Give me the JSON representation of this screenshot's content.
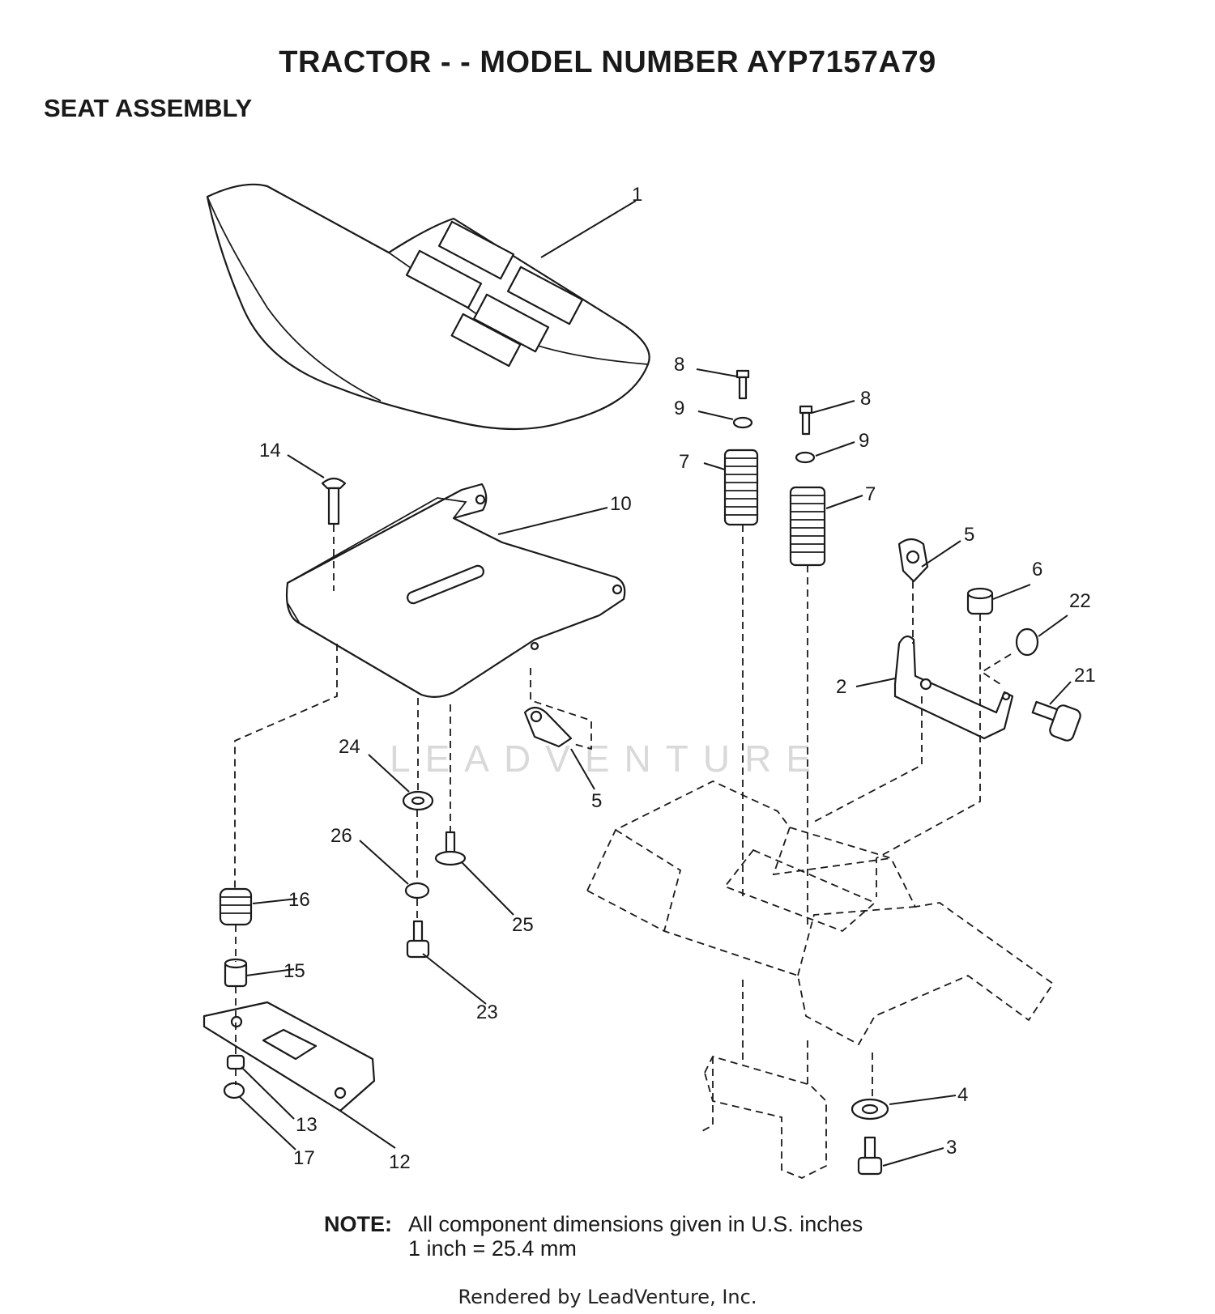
{
  "title": "TRACTOR - - MODEL NUMBER AYP7157A79",
  "subtitle": "SEAT ASSEMBLY",
  "watermark": "LEADVENTURE",
  "note": {
    "heading": "NOTE:",
    "line1": "All component dimensions given in U.S. inches",
    "line2": "1 inch = 25.4 mm"
  },
  "footer": "Rendered by LeadVenture, Inc.",
  "callouts": [
    "1",
    "2",
    "3",
    "4",
    "5",
    "5",
    "6",
    "7",
    "7",
    "8",
    "8",
    "9",
    "9",
    "10",
    "12",
    "13",
    "14",
    "15",
    "16",
    "17",
    "21",
    "22",
    "23",
    "24",
    "25",
    "26"
  ]
}
